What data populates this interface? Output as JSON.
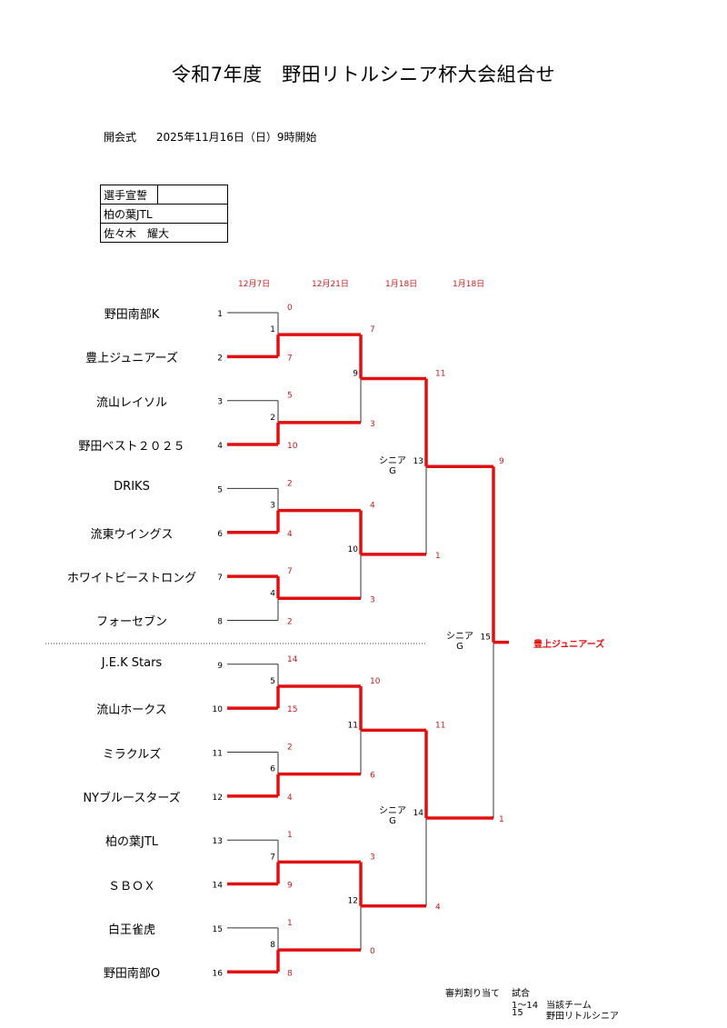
{
  "title": "令和7年度　野田リトルシニア杯大会組合せ",
  "opening": {
    "label": "開会式",
    "date": "2025年11月16日（日）9時開始"
  },
  "oath": {
    "header": "選手宣誓",
    "team": "柏の葉JTL",
    "player": "佐々木　耀大"
  },
  "dates": [
    "12月7日",
    "12月21日",
    "1月18日",
    "1月18日"
  ],
  "teams": [
    {
      "no": "1",
      "name": "野田南部K"
    },
    {
      "no": "2",
      "name": "豊上ジュニアーズ"
    },
    {
      "no": "3",
      "name": "流山レイソル"
    },
    {
      "no": "4",
      "name": "野田ベスト２０２５"
    },
    {
      "no": "5",
      "name": "DRIKS"
    },
    {
      "no": "6",
      "name": "流東ウイングス"
    },
    {
      "no": "7",
      "name": "ホワイトビーストロング"
    },
    {
      "no": "8",
      "name": "フォーセブン"
    },
    {
      "no": "9",
      "name": "J.E.K Stars"
    },
    {
      "no": "10",
      "name": "流山ホークス"
    },
    {
      "no": "11",
      "name": "ミラクルズ"
    },
    {
      "no": "12",
      "name": "NYブルースターズ"
    },
    {
      "no": "13",
      "name": "柏の葉JTL"
    },
    {
      "no": "14",
      "name": "ＳＢＯＸ"
    },
    {
      "no": "15",
      "name": "白王雀虎"
    },
    {
      "no": "16",
      "name": "野田南部O"
    }
  ],
  "matches": [
    {
      "no": "1",
      "scores": [
        "0",
        "7"
      ]
    },
    {
      "no": "2",
      "scores": [
        "5",
        "10"
      ]
    },
    {
      "no": "3",
      "scores": [
        "2",
        "4"
      ]
    },
    {
      "no": "4",
      "scores": [
        "7",
        "2"
      ]
    },
    {
      "no": "5",
      "scores": [
        "14",
        "15"
      ]
    },
    {
      "no": "6",
      "scores": [
        "2",
        "4"
      ]
    },
    {
      "no": "7",
      "scores": [
        "1",
        "9"
      ]
    },
    {
      "no": "8",
      "scores": [
        "1",
        "8"
      ]
    },
    {
      "no": "9",
      "scores": [
        "7",
        "3"
      ]
    },
    {
      "no": "10",
      "scores": [
        "4",
        "3"
      ]
    },
    {
      "no": "11",
      "scores": [
        "10",
        "6"
      ]
    },
    {
      "no": "12",
      "scores": [
        "3",
        "0"
      ]
    },
    {
      "no": "13",
      "scores": [
        "11",
        "1"
      ]
    },
    {
      "no": "14",
      "scores": [
        "11",
        "4"
      ]
    },
    {
      "no": "15",
      "scores": [
        "9",
        "1"
      ]
    }
  ],
  "venue_labels": [
    "シニア",
    "G"
  ],
  "champion": "豊上ジュニアーズ",
  "umpires": {
    "label": "審判割り当て",
    "col": "試合",
    "rows": [
      [
        "1～14",
        "当該チーム"
      ],
      [
        "15",
        "野田リトルシニア"
      ]
    ]
  },
  "colors": {
    "win": "#e01010",
    "score": "#b22222"
  }
}
